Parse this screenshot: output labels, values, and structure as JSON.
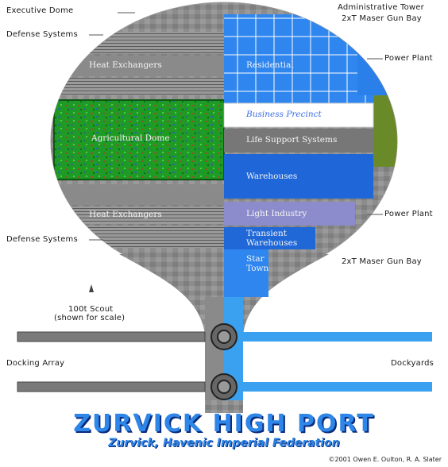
{
  "labels": {
    "executive_dome": "Executive Dome",
    "defense_top": "Defense Systems",
    "admin_tower": "Administrative Tower",
    "maser_top": "2xT Maser Gun Bay",
    "power_top": "Power Plant",
    "power_bottom": "Power Plant",
    "defense_bottom": "Defense Systems",
    "maser_bottom": "2xT Maser Gun Bay",
    "scout": "100t Scout",
    "scout_note": "(shown for scale)",
    "docking": "Docking Array",
    "dockyards": "Dockyards"
  },
  "sections": {
    "heat_top": "Heat Exchangers",
    "heat_bottom": "Heat Exchangers",
    "residential": "Residential",
    "business": "Business Precinct",
    "life_support": "Life Support Systems",
    "agricultural": "Agricultural Dome",
    "warehouses": "Warehouses",
    "light_industry": "Light Industry",
    "transient_1": "Transient",
    "transient_2": "Warehouses",
    "star_1": "Star",
    "star_2": "Town"
  },
  "title": "ZURVICK HIGH PORT",
  "subtitle": "Zurvick, Havenic Imperial Federation",
  "credit": "©2001 Owen E. Oulton, R. A. Slater",
  "colors": {
    "hull": "#8c8c8c",
    "hull_light": "#b4b4b4",
    "agri": "#22a022",
    "blue": "#1e6fe0",
    "blue_light": "#3d96f0",
    "business": "#ffffff",
    "life": "#7a7a7a",
    "light_ind": "#8a8ac8",
    "tail_blue": "#3aa0f0"
  }
}
